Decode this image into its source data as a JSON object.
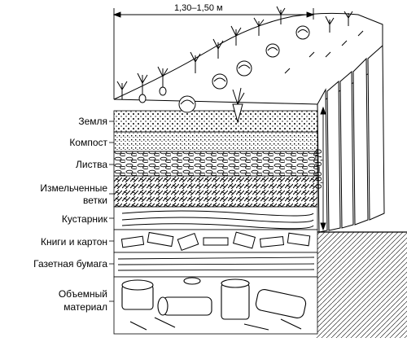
{
  "diagram": {
    "width_dimension": "1,30–1,50 м",
    "height_dimension": "0,60–0,70",
    "layers": [
      {
        "id": "soil",
        "label_lines": [
          "Земля"
        ]
      },
      {
        "id": "compost",
        "label_lines": [
          "Компост"
        ]
      },
      {
        "id": "leaves",
        "label_lines": [
          "Листва"
        ]
      },
      {
        "id": "chopped-branches",
        "label_lines": [
          "Измельченные",
          "ветки"
        ]
      },
      {
        "id": "shrubs",
        "label_lines": [
          "Кустарник"
        ]
      },
      {
        "id": "books-cardboard",
        "label_lines": [
          "Книги и картон"
        ]
      },
      {
        "id": "newspaper",
        "label_lines": [
          "Газетная бумага"
        ]
      },
      {
        "id": "bulky-material",
        "label_lines": [
          "Объемный",
          "материал"
        ]
      }
    ]
  }
}
